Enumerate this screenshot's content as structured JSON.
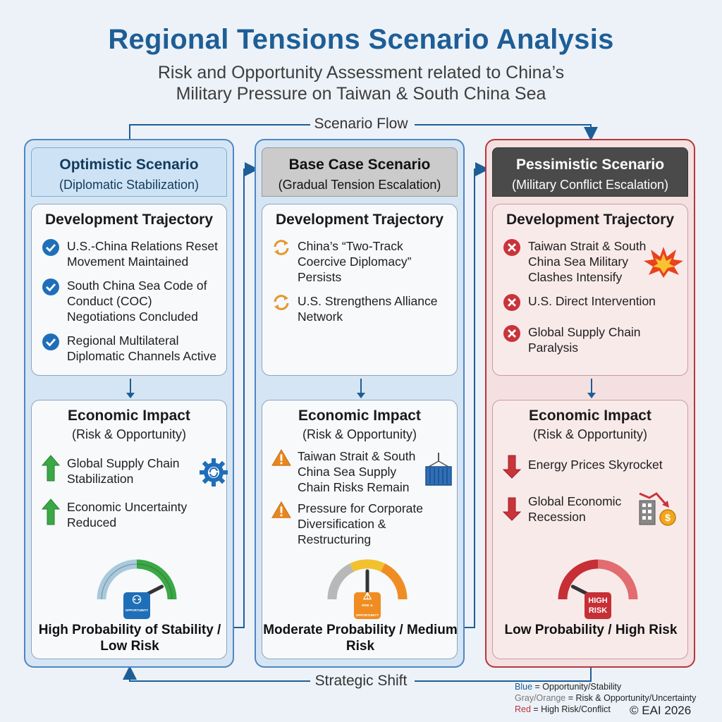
{
  "title": "Regional Tensions Scenario Analysis",
  "subtitle_line1": "Risk and Opportunity Assessment related to China’s",
  "subtitle_line2": "Military Pressure on Taiwan & South China Sea",
  "flow_label": "Scenario Flow",
  "shift_label": "Strategic Shift",
  "scenarios": [
    {
      "title": "Optimistic Scenario",
      "subtitle": "(Diplomatic Stabilization)",
      "trajectory_title": "Development Trajectory",
      "trajectory": [
        "U.S.-China Relations Reset Movement Maintained",
        "South China Sea Code of Conduct (COC) Negotiations Concluded",
        "Regional Multilateral Diplomatic Channels Active"
      ],
      "impact_title": "Economic Impact",
      "impact_subtitle": "(Risk & Opportunity)",
      "impacts": [
        "Global Supply Chain Stabilization",
        "Economic Uncertainty Reduced"
      ],
      "badge_text": "OPPORTUNITY",
      "probability": "High Probability of Stability / Low Risk",
      "gauge_level": 0.85,
      "icon": "check-icon",
      "impact_icon": "arrow-up-icon"
    },
    {
      "title": "Base Case Scenario",
      "subtitle": "(Gradual Tension Escalation)",
      "trajectory_title": "Development Trajectory",
      "trajectory": [
        "China’s “Two-Track Coercive Diplomacy” Persists",
        "U.S. Strengthens Alliance Network"
      ],
      "impact_title": "Economic Impact",
      "impact_subtitle": "(Risk & Opportunity)",
      "impacts": [
        "Taiwan Strait & South China Sea Supply Chain Risks Remain",
        "Pressure for Corporate Diversification & Restructuring"
      ],
      "badge_text": "RISK & OPPORTUNITY",
      "probability": "Moderate Probability / Medium Risk",
      "gauge_level": 0.5,
      "icon": "cycle-icon",
      "impact_icon": "warning-icon"
    },
    {
      "title": "Pessimistic Scenario",
      "subtitle": "(Military Conflict Escalation)",
      "trajectory_title": "Development Trajectory",
      "trajectory": [
        "Taiwan Strait & South China Sea Military Clashes Intensify",
        "U.S. Direct Intervention",
        "Global Supply Chain Paralysis"
      ],
      "impact_title": "Economic Impact",
      "impact_subtitle": "(Risk & Opportunity)",
      "impacts": [
        "Energy Prices Skyrocket",
        "Global Economic Recession"
      ],
      "badge_text": "HIGH RISK",
      "probability": "Low Probability / High Risk",
      "gauge_level": 0.15,
      "icon": "x-icon",
      "impact_icon": "arrow-down-icon"
    }
  ],
  "legend": {
    "blue_key": "Blue",
    "blue_text": " = Opportunity/Stability",
    "gray_key": "Gray/Orange",
    "gray_text": " = Risk & Opportunity/Uncertainty",
    "red_key": "Red",
    "red_text": " = High Risk/Conflict"
  },
  "copyright": "© EAI 2026",
  "colors": {
    "title": "#1e5e96",
    "blue_border": "#4f86c2",
    "red_border": "#b8353b",
    "check": "#1f6fb8",
    "cycle": "#e8962e",
    "x": "#c9343a",
    "up": "#3aa845",
    "down": "#c9343a",
    "warning": "#e8871e"
  }
}
